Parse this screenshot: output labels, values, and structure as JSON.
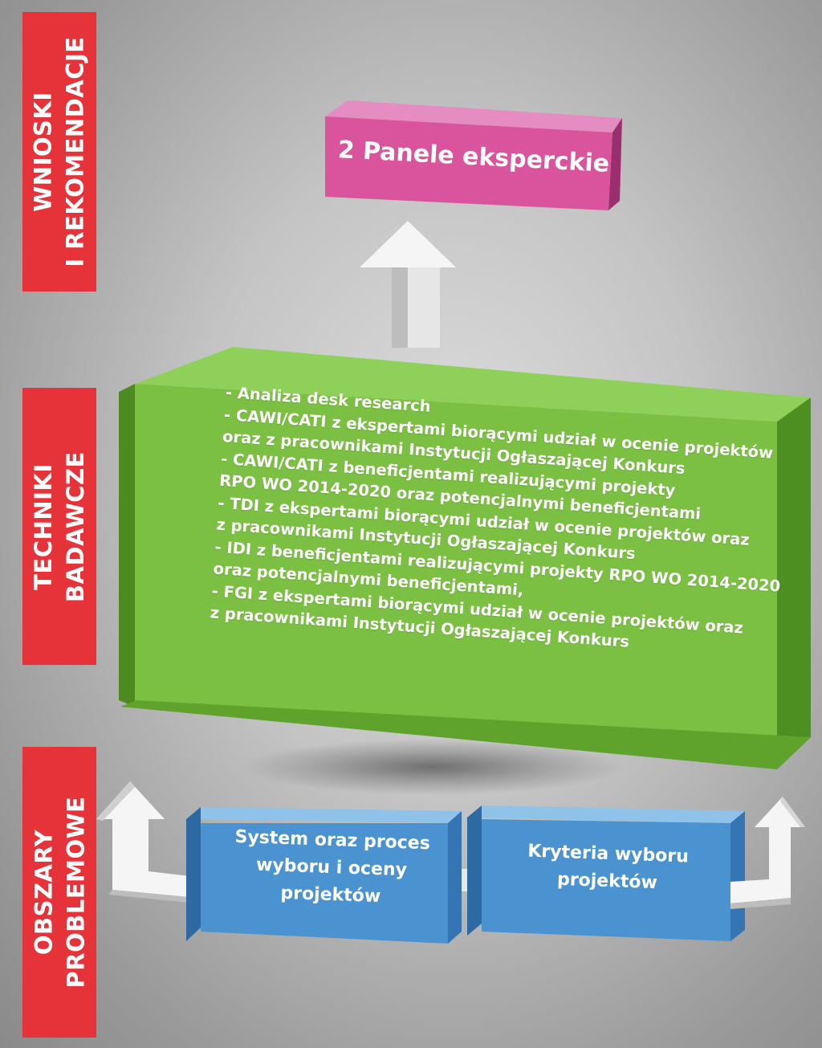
{
  "colors": {
    "background": "#b8b8b8",
    "label_red": "#e63339",
    "pink_box": "#d9549d",
    "green_box": "#7bc043",
    "blue_box": "#4a93d0",
    "arrow": "#f2f2f2"
  },
  "side_labels": [
    {
      "lines": [
        "WNIOSKI",
        "I REKOMENDACJE"
      ]
    },
    {
      "lines": [
        "TECHNIKI",
        "BADAWCZE"
      ]
    },
    {
      "lines": [
        "OBSZARY",
        "PROBLEMOWE"
      ]
    }
  ],
  "top_box": {
    "text": "2 Panele eksperckie"
  },
  "middle_box": {
    "lines": [
      "- Analiza desk research",
      "- CAWI/CATI z ekspertami biorącymi udział w ocenie projektów",
      "oraz z pracownikami Instytucji Ogłaszającej Konkurs",
      "- CAWI/CATI z beneficjentami realizującymi projekty",
      "RPO WO 2014-2020 oraz potencjalnymi beneficjentami",
      "- TDI z ekspertami biorącymi udział w ocenie projektów oraz",
      "z pracownikami Instytucji Ogłaszającej Konkurs",
      "- IDI z beneficjentami realizującymi projekty RPO WO 2014-2020",
      "oraz potencjalnymi beneficjentami,",
      "- FGI z ekspertami biorącymi udział w ocenie projektów oraz",
      "z pracownikami Instytucji Ogłaszającej Konkurs"
    ]
  },
  "bottom_boxes": [
    {
      "lines": [
        "System oraz proces",
        "wyboru i oceny",
        "projektów"
      ]
    },
    {
      "lines": [
        "Kryteria wyboru",
        "projektów"
      ]
    }
  ],
  "arrow_icons": [
    "arrow-up-icon",
    "elbow-arrow-left-icon",
    "elbow-arrow-right-icon"
  ]
}
